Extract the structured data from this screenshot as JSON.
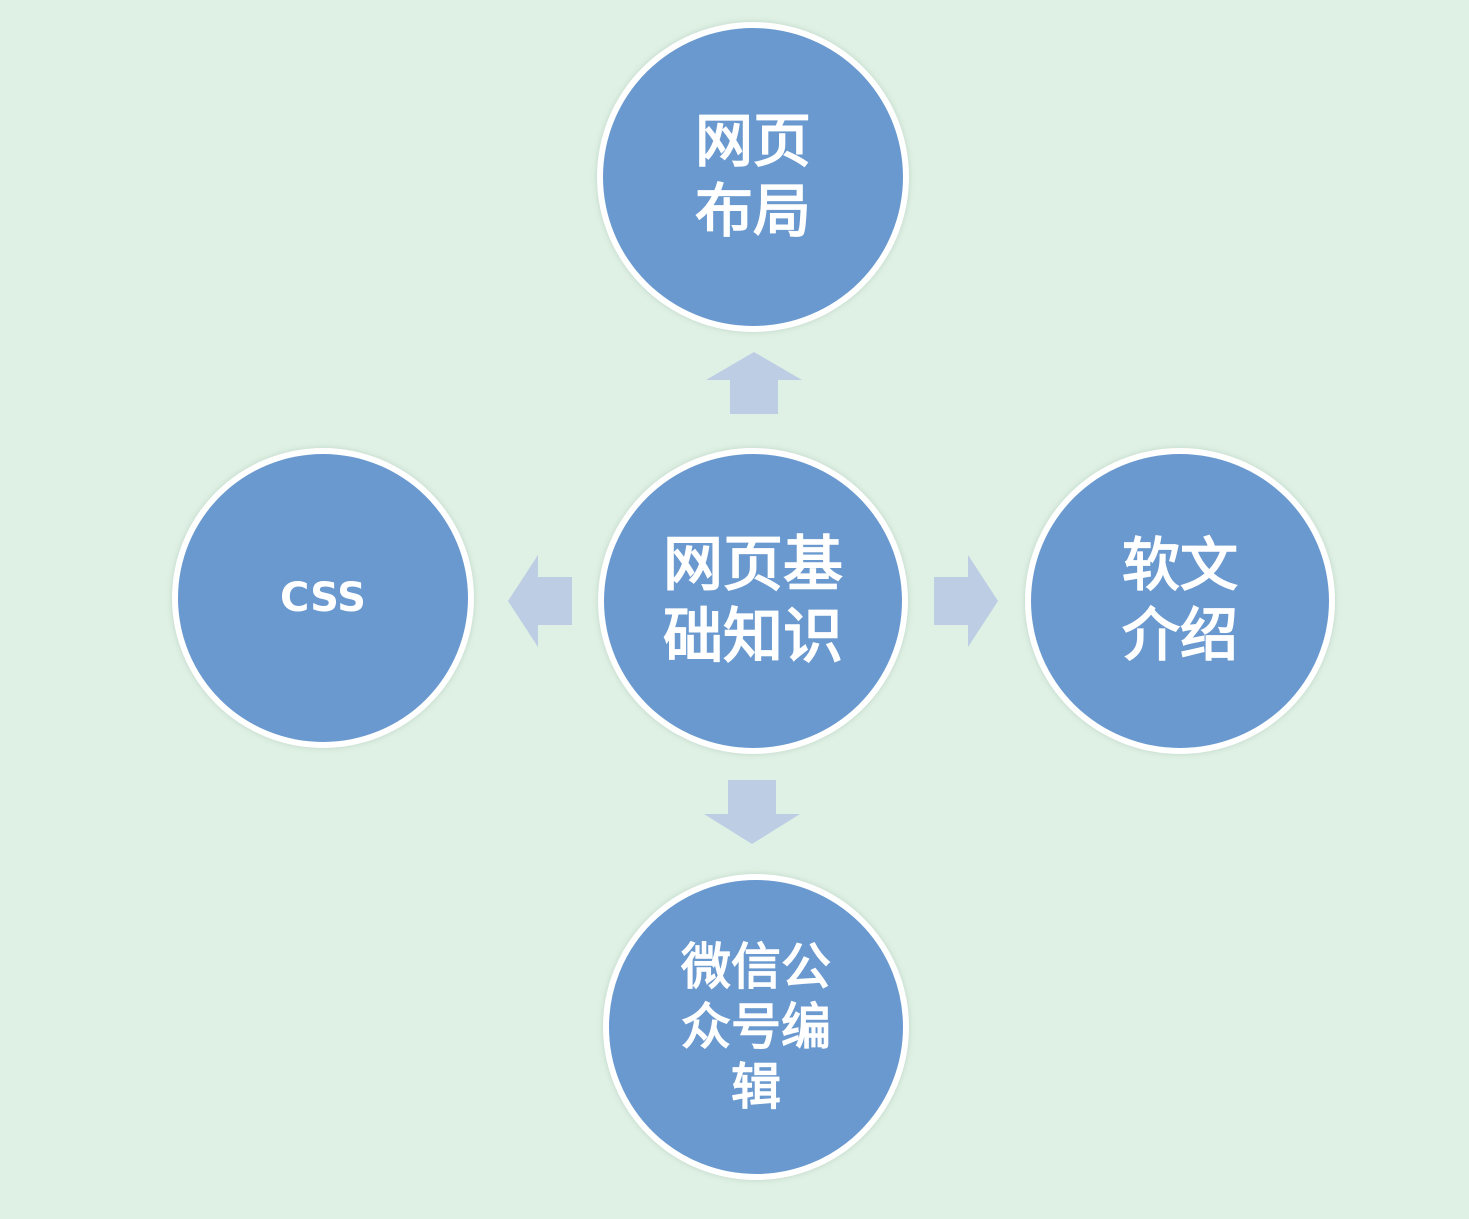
{
  "diagram": {
    "center": {
      "label": "网页基\n础知识"
    },
    "top": {
      "label": "网页\n布局"
    },
    "left": {
      "label": "CSS"
    },
    "right": {
      "label": "软文\n介绍"
    },
    "bottom": {
      "label": "微信公\n众号编\n辑"
    }
  },
  "colors": {
    "background": "#dff1e4",
    "node_fill": "#6a99cf",
    "node_border": "#ffffff",
    "arrow_fill": "#bccde4",
    "label": "#ffffff"
  },
  "icons": {
    "arrow_up": "arrow-up-icon",
    "arrow_down": "arrow-down-icon",
    "arrow_left": "arrow-left-icon",
    "arrow_right": "arrow-right-icon"
  }
}
